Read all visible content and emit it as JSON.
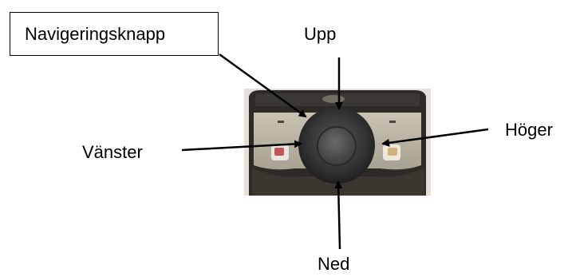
{
  "diagram": {
    "labels": {
      "nav_button": "Navigeringsknapp",
      "up": "Upp",
      "left": "Vänster",
      "right": "Höger",
      "down": "Ned"
    },
    "colors": {
      "arrow": "#000000",
      "device_body": "#2e2b27",
      "device_panel": "#b9b3a4",
      "nav_ring": "#3a3a3a",
      "nav_center": "#4b4b4b",
      "left_key_accent": "#c4565b",
      "right_key_accent": "#d2b27c"
    }
  }
}
